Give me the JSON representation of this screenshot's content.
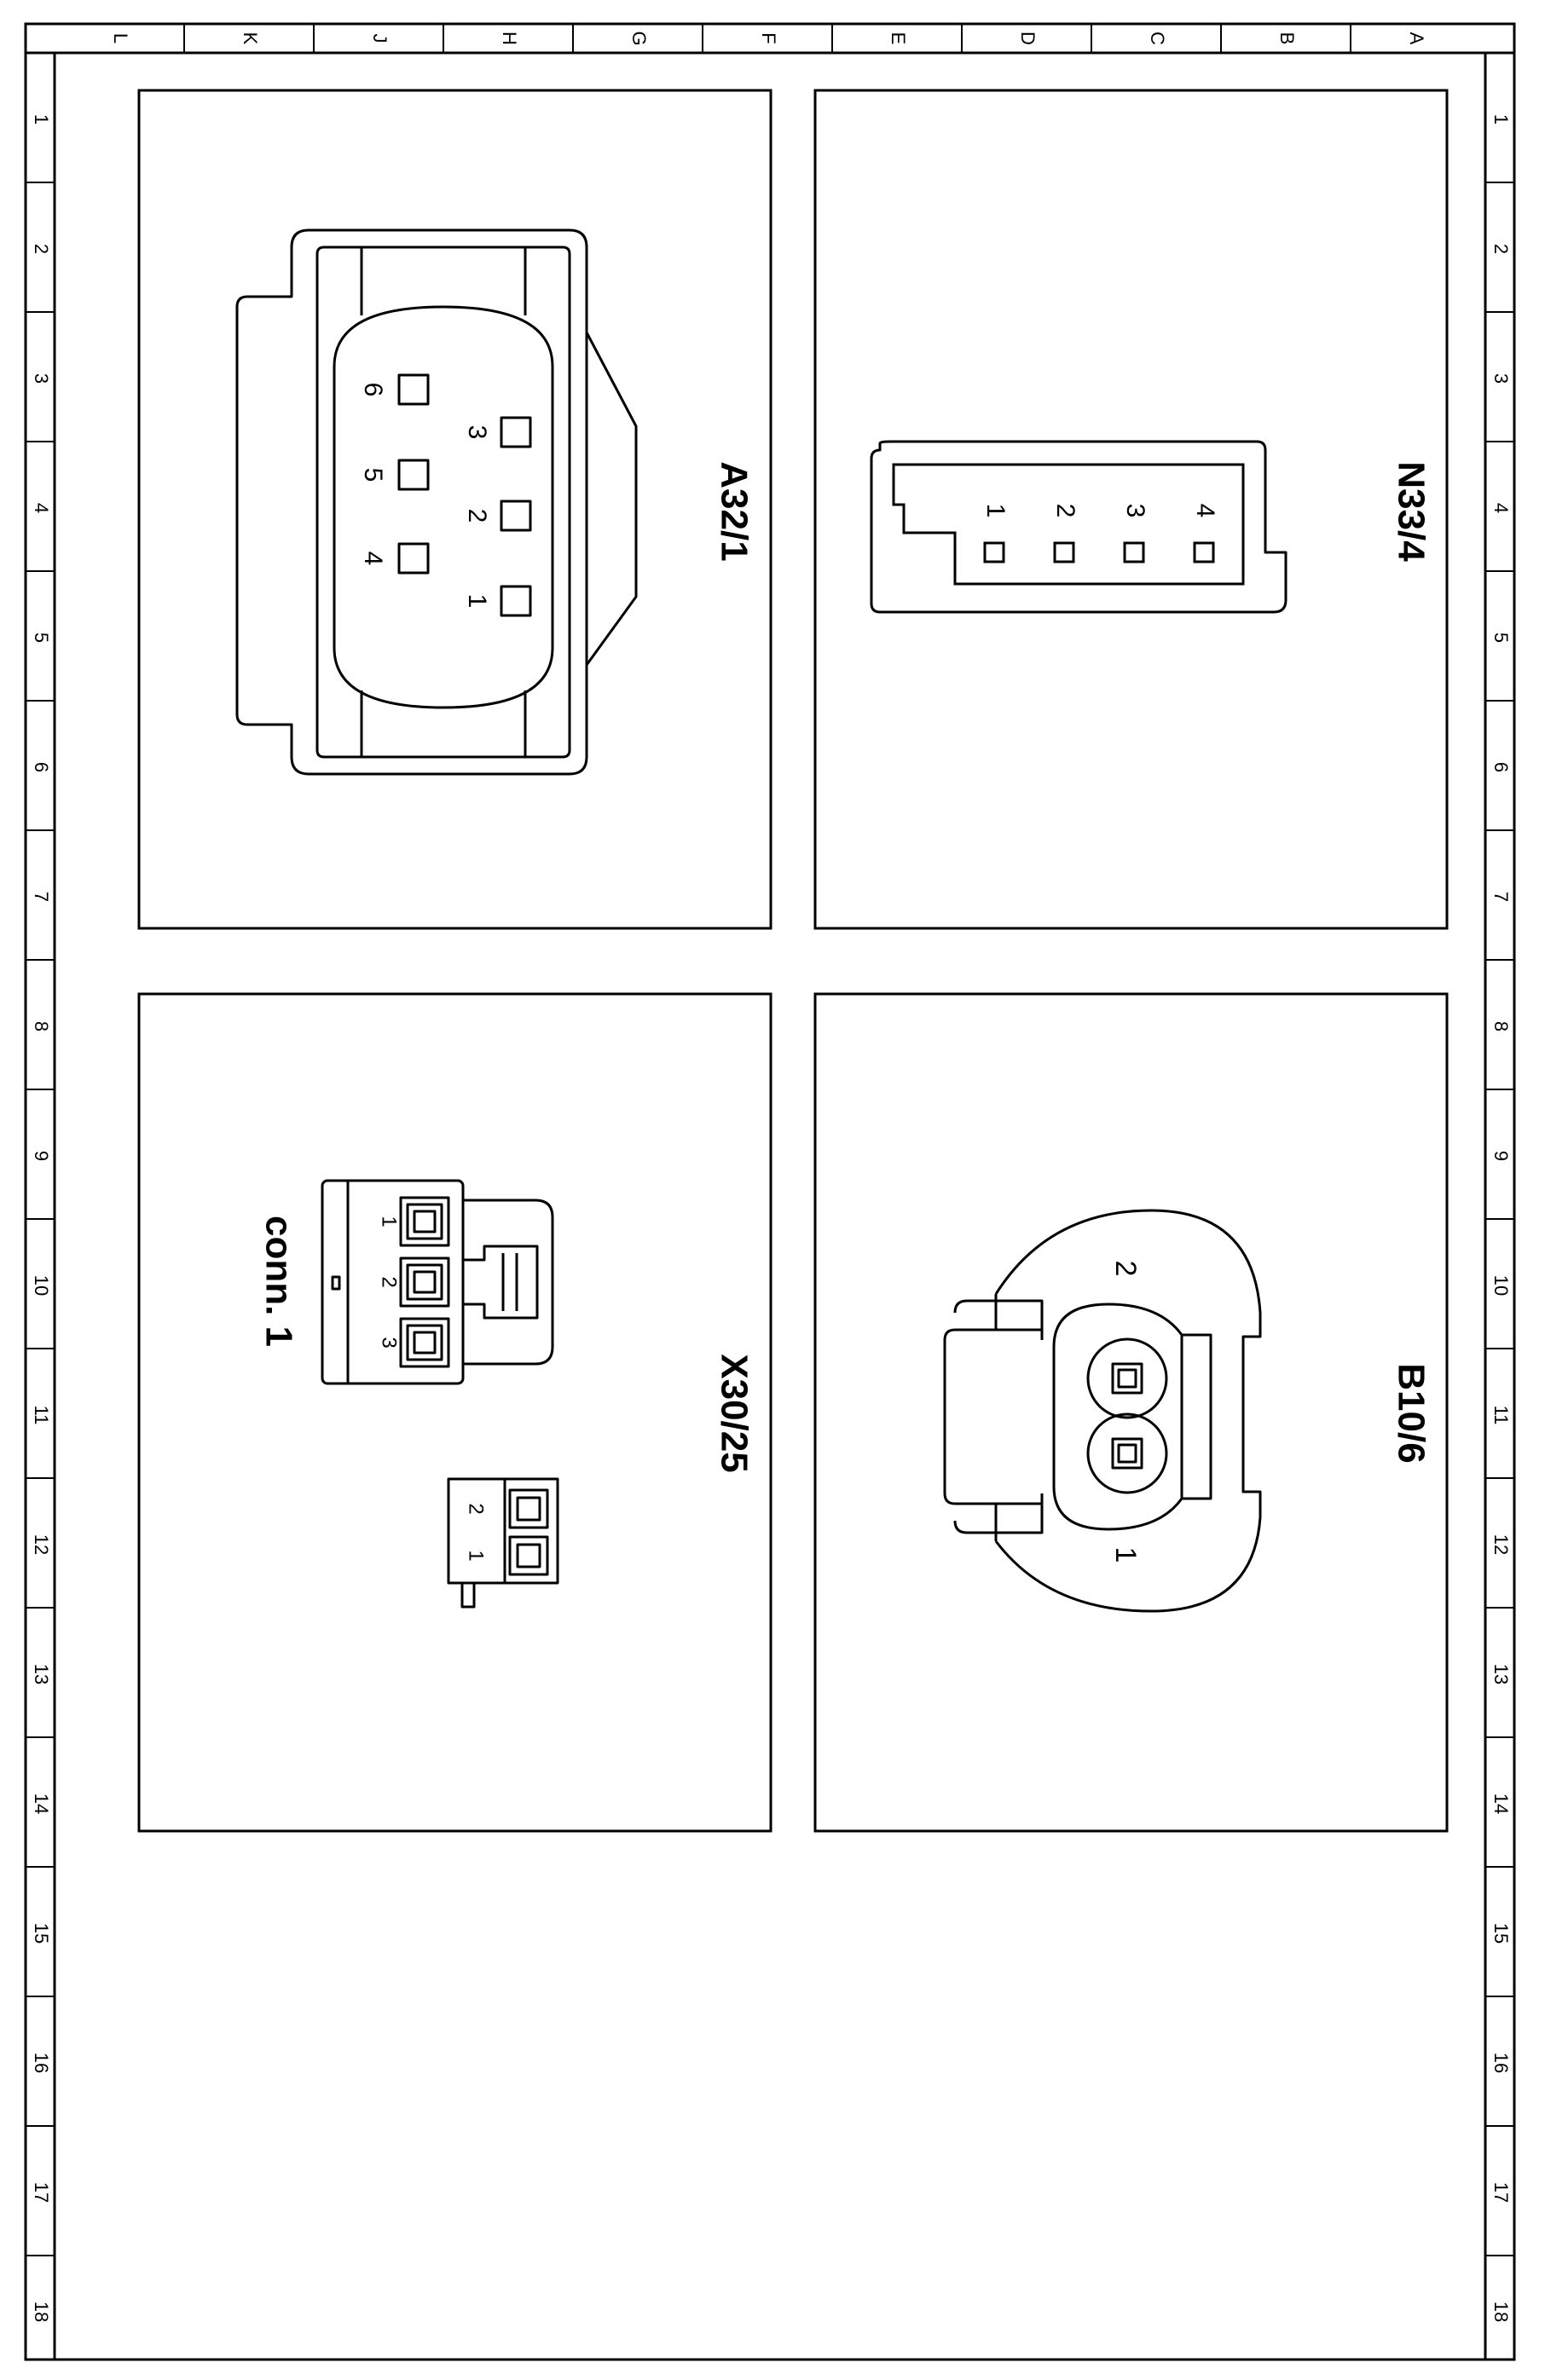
{
  "border": {
    "col_labels": [
      "L",
      "K",
      "J",
      "H",
      "G",
      "F",
      "E",
      "D",
      "C",
      "B",
      "A"
    ],
    "row_labels": [
      "1",
      "2",
      "3",
      "4",
      "5",
      "6",
      "7",
      "8",
      "9",
      "10",
      "11",
      "12",
      "13",
      "14",
      "15",
      "16",
      "17",
      "18"
    ]
  },
  "connectors": {
    "n33_4": {
      "title": "N33/4",
      "pins": [
        "1",
        "2",
        "3",
        "4"
      ]
    },
    "a32_1": {
      "title": "A32/1",
      "pins": [
        "1",
        "2",
        "3",
        "4",
        "5",
        "6"
      ]
    },
    "b10_6": {
      "title": "B10/6",
      "pins": [
        "1",
        "2"
      ]
    },
    "x30_25": {
      "title": "X30/25",
      "conn1_label": "conn. 1",
      "conn1_pins": [
        "1",
        "2",
        "3"
      ],
      "conn2_pins": [
        "1",
        "2"
      ]
    }
  },
  "colors": {
    "ink": "#000000",
    "paper": "#ffffff"
  }
}
